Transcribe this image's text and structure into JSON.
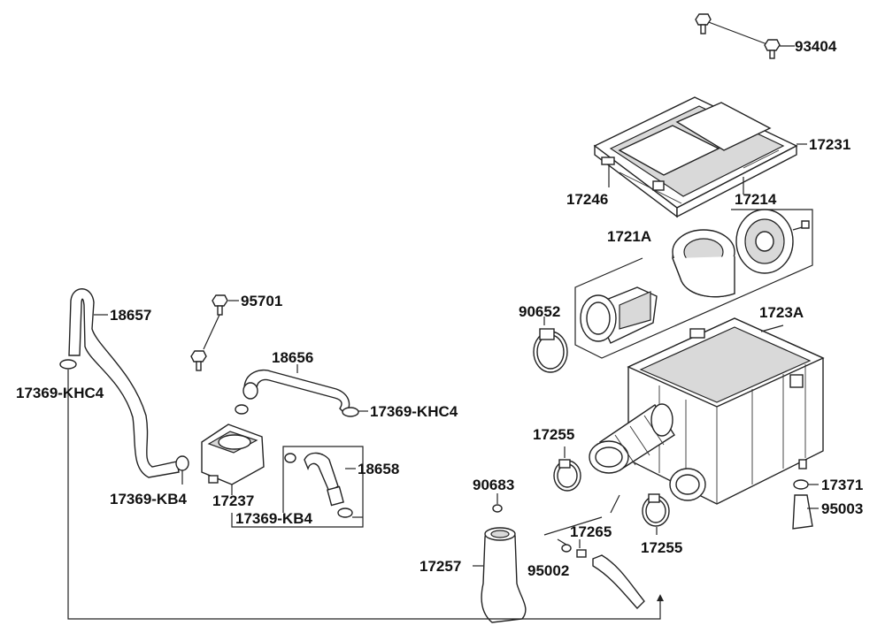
{
  "labels": {
    "p93404": "93404",
    "p17231": "17231",
    "p17246": "17246",
    "p17214": "17214",
    "p1721A": "1721A",
    "p90652": "90652",
    "p1723A": "1723A",
    "p95701": "95701",
    "p18657": "18657",
    "p18656": "18656",
    "p17369_KHC4_left": "17369-KHC4",
    "p17369_KHC4_right": "17369-KHC4",
    "p17255_upper": "17255",
    "p18658": "18658",
    "p17369_KB4_left": "17369-KB4",
    "p17237": "17237",
    "p17369_KB4_box": "17369-KB4",
    "p90683": "90683",
    "p17371": "17371",
    "p95003": "95003",
    "p17265": "17265",
    "p17255_lower": "17255",
    "p17257": "17257",
    "p95002": "95002"
  }
}
